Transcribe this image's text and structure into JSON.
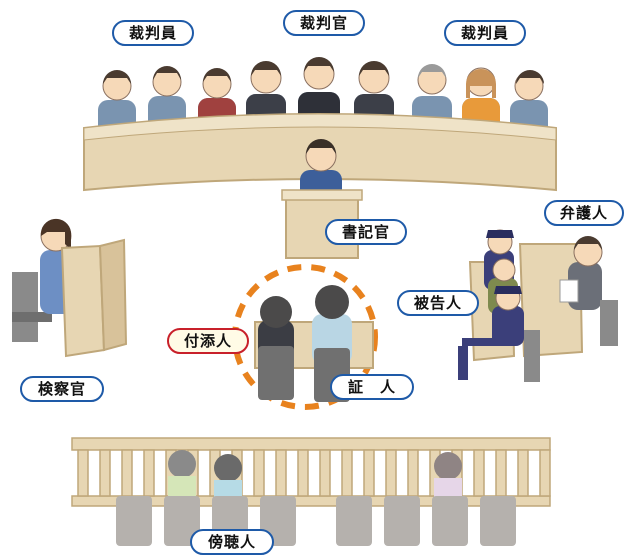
{
  "labels": {
    "judge_left": "裁判員",
    "judge_center": "裁判官",
    "judge_right": "裁判員",
    "clerk": "書記官",
    "defense": "弁護人",
    "prosecutor": "検察官",
    "defendant": "被告人",
    "attendant": "付添人",
    "witness": "証　人",
    "audience": "傍聴人"
  },
  "colors": {
    "label_border": "#1e5aa8",
    "attendant_border": "#c8202a",
    "witness_circle": "#e8821e",
    "furniture": "#e7d6b3",
    "furniture_edge": "#bfa77a"
  }
}
